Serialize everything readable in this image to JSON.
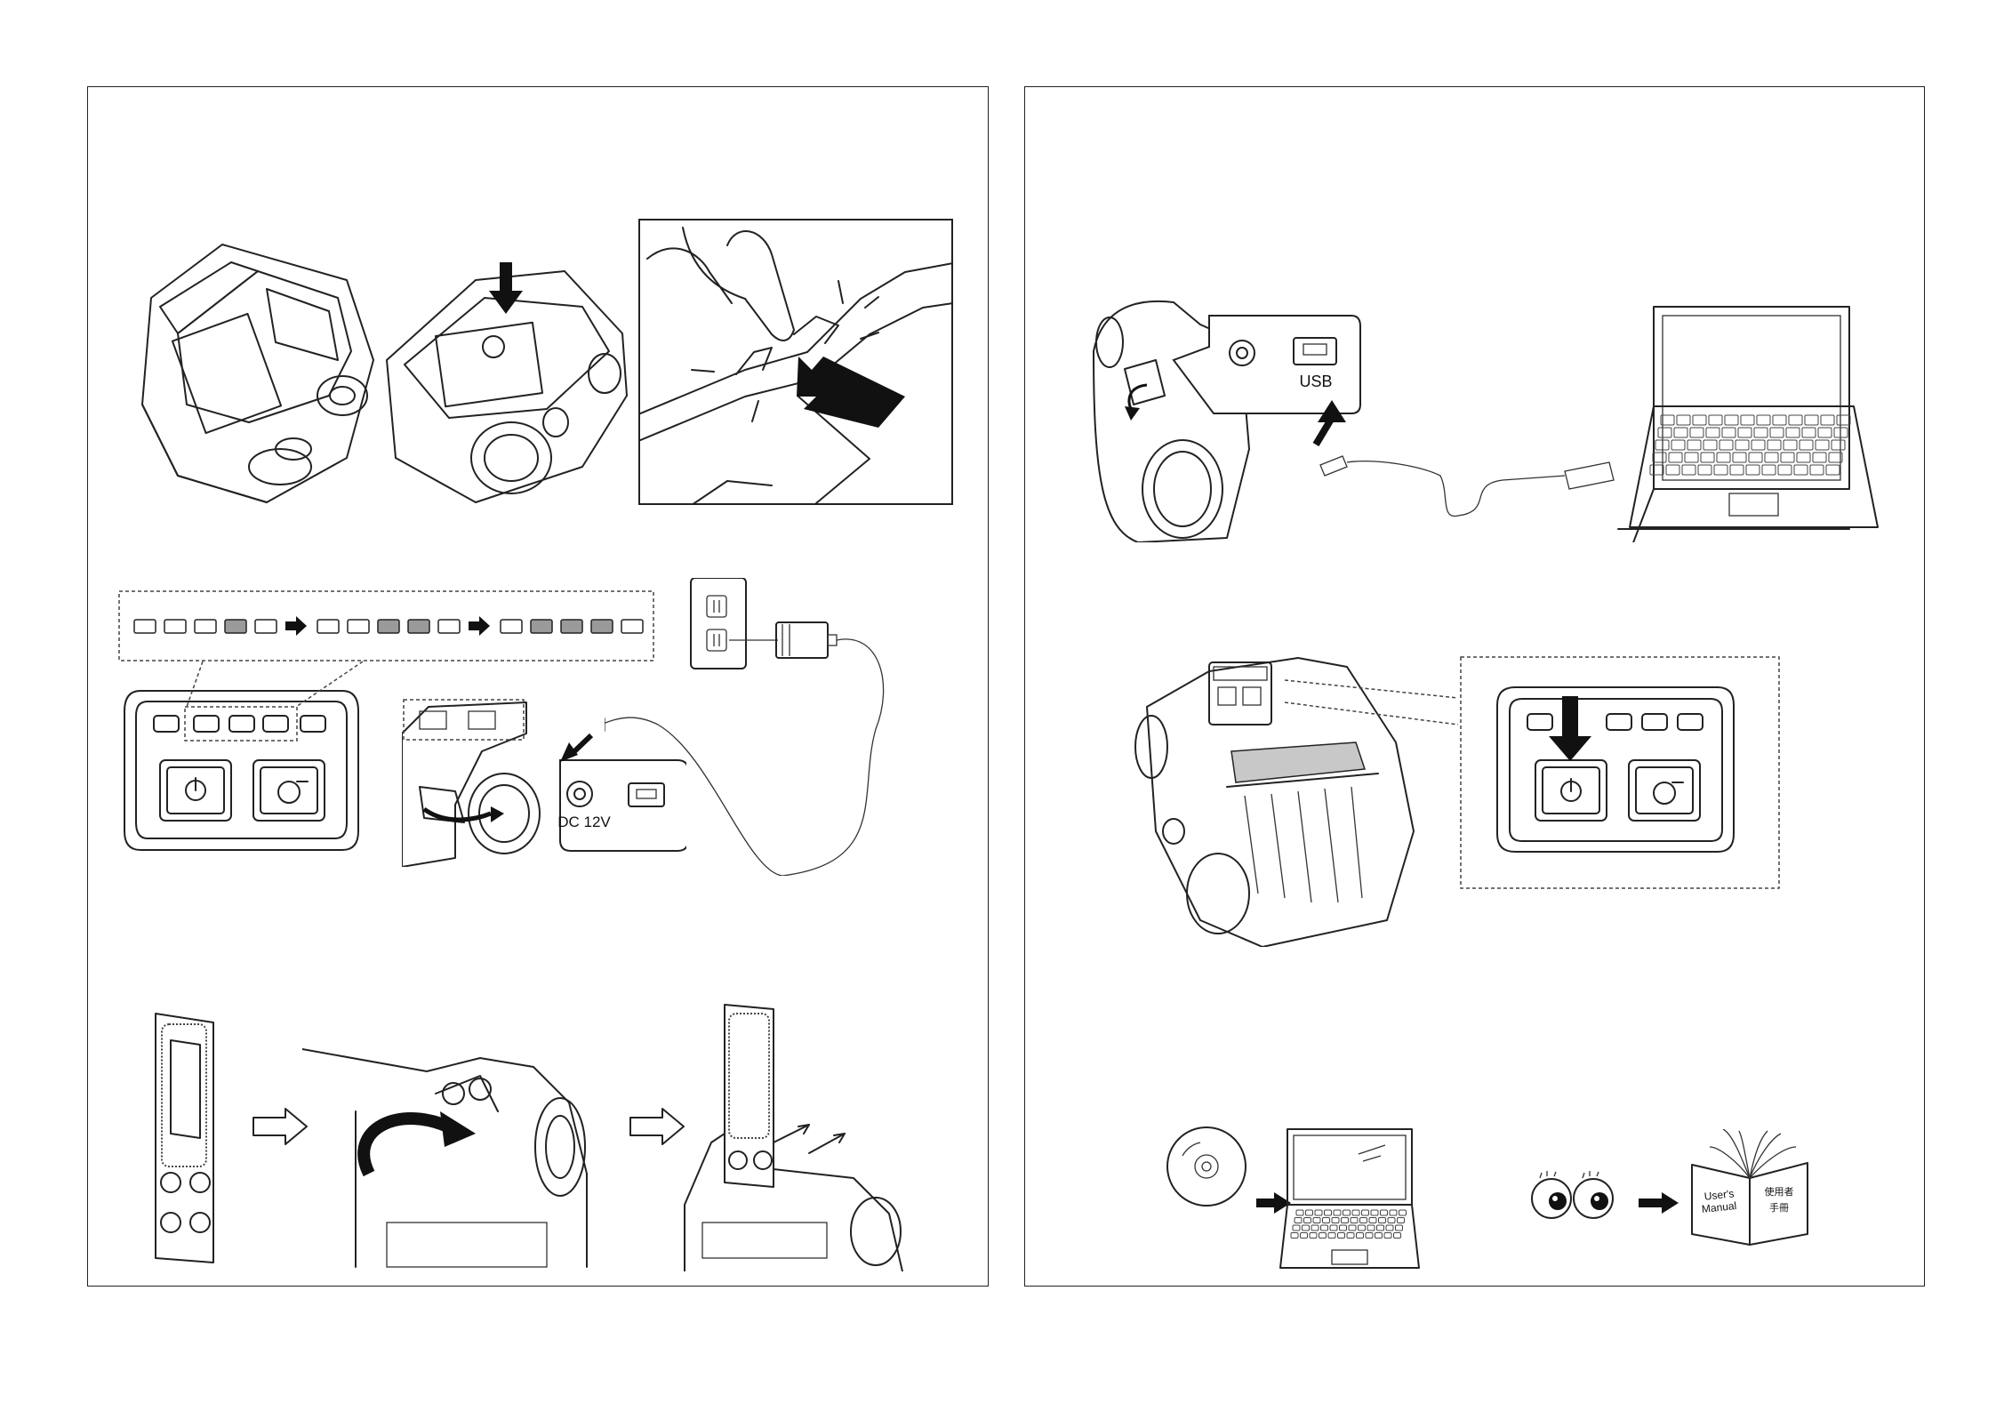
{
  "left_panel": {
    "step_dc_power": {
      "port_label": "DC 12V",
      "led_sequence": [
        "off",
        "off",
        "off",
        "on",
        "off",
        "arrow",
        "off",
        "off",
        "on",
        "on",
        "off",
        "arrow",
        "off",
        "on",
        "on",
        "on",
        "off"
      ]
    }
  },
  "right_panel": {
    "step_usb": {
      "port_label": "USB"
    },
    "step_manual": {
      "book_title_en_1": "User's",
      "book_title_en_2": "Manual",
      "book_title_zh_1": "使用者",
      "book_title_zh_2": "手冊"
    }
  },
  "colors": {
    "line": "#222222",
    "led_on": "#9a9a9a",
    "led_off": "#ffffff",
    "fill_gray": "#c8c8c8"
  },
  "icons": [
    "printer-open-icon",
    "printer-closed-icon",
    "pinch-latch-icon",
    "power-button-icon",
    "feed-button-icon",
    "wall-outlet-icon",
    "adapter-icon",
    "usb-cable-icon",
    "laptop-icon",
    "cd-disc-icon",
    "eyes-icon",
    "manual-book-icon",
    "belt-clip-icon",
    "arrow-right-icon"
  ]
}
